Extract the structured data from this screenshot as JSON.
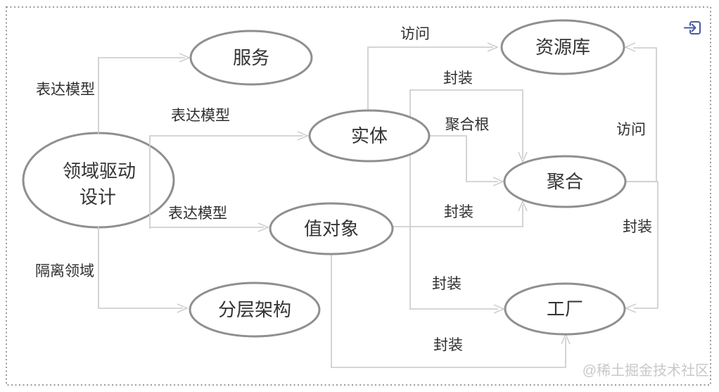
{
  "diagram": {
    "title_hint": "DDD concept relationship diagram",
    "nodes": {
      "ddd": {
        "label_line1": "领域驱动",
        "label_line2": "设计"
      },
      "service": {
        "label": "服务"
      },
      "entity": {
        "label": "实体"
      },
      "value_object": {
        "label": "值对象"
      },
      "layered_architecture": {
        "label": "分层架构"
      },
      "repository": {
        "label": "资源库"
      },
      "aggregate": {
        "label": "聚合"
      },
      "factory": {
        "label": "工厂"
      }
    },
    "edges": {
      "ddd_service": {
        "label": "表达模型"
      },
      "ddd_entity": {
        "label": "表达模型"
      },
      "ddd_value_object": {
        "label": "表达模型"
      },
      "ddd_layered_architecture": {
        "label": "隔离领域"
      },
      "entity_repository": {
        "label": "访问"
      },
      "entity_aggregate_top": {
        "label": "封装"
      },
      "entity_aggregate_root": {
        "label": "聚合根"
      },
      "value_object_aggregate": {
        "label": "封装"
      },
      "entity_factory": {
        "label": "封装"
      },
      "value_object_factory": {
        "label": "封装"
      },
      "aggregate_repository": {
        "label": "访问"
      },
      "aggregate_factory": {
        "label": "封装"
      }
    },
    "watermark": "@稀土掘金技术社区",
    "colors": {
      "connector_line": "#c9c9c9",
      "node_stroke": "#8f8f8f",
      "text": "#333333",
      "watermark": "#c8c8c8",
      "dotted_border": "#9a9a9a",
      "corner_icon": "#4a5aa0"
    },
    "icons": {
      "corner_icon": "enter-fullscreen-icon"
    }
  }
}
